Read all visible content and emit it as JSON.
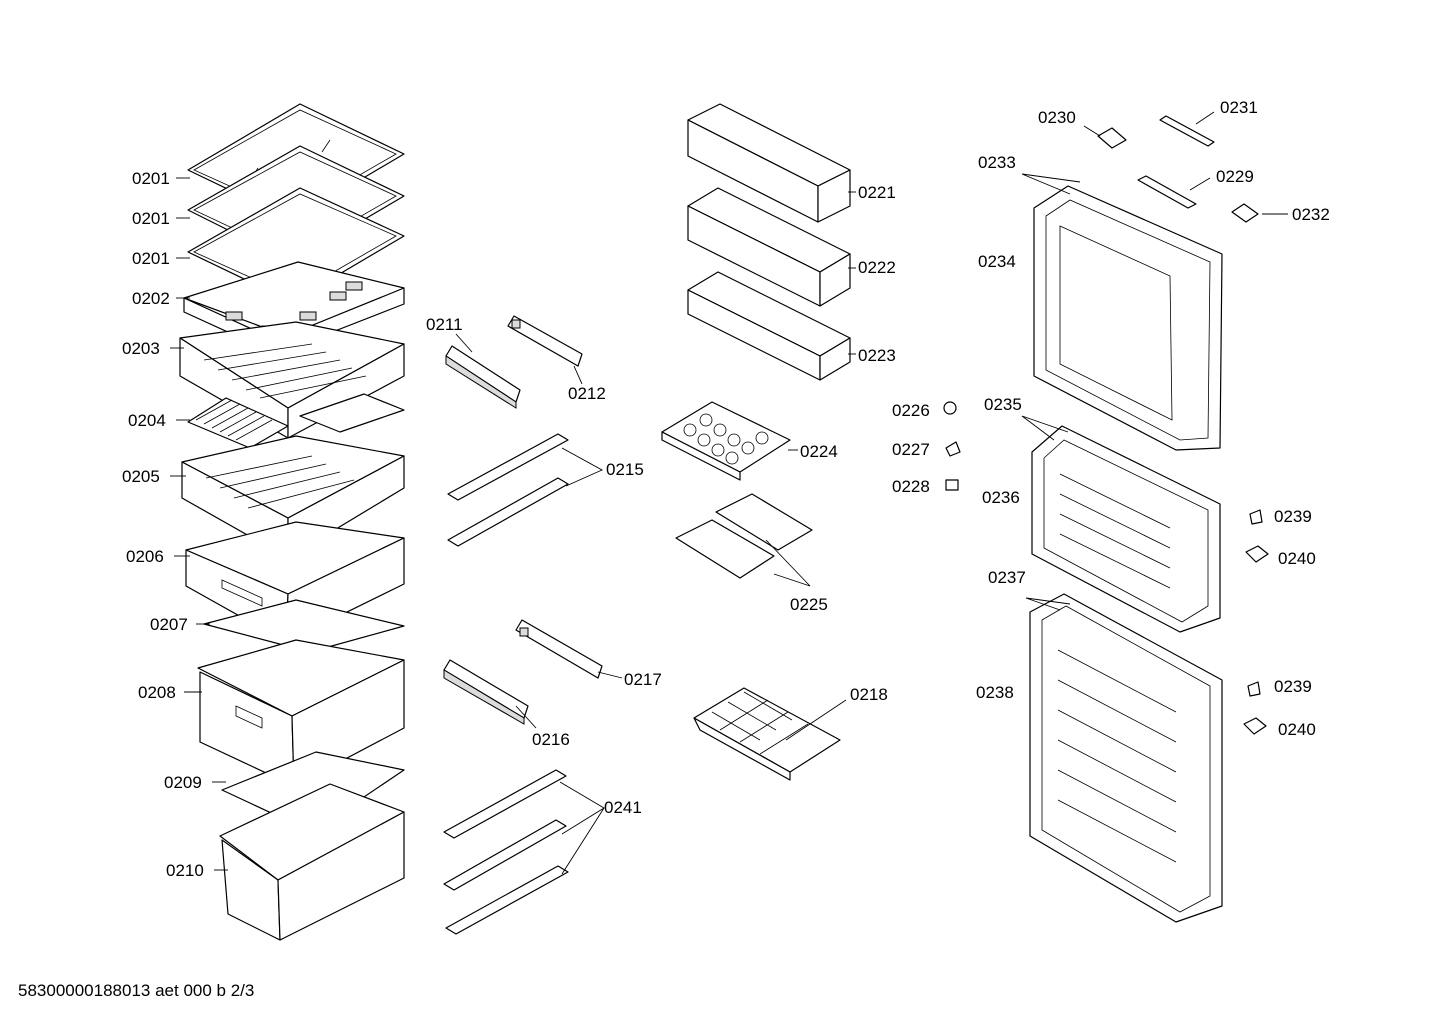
{
  "labels": {
    "p0201": "0201",
    "p0202": "0202",
    "p0203": "0203",
    "p0204": "0204",
    "p0205": "0205",
    "p0206": "0206",
    "p0207": "0207",
    "p0208": "0208",
    "p0209": "0209",
    "p0210": "0210",
    "p0211": "0211",
    "p0212": "0212",
    "p0215": "0215",
    "p0216": "0216",
    "p0217": "0217",
    "p0218": "0218",
    "p0221": "0221",
    "p0222": "0222",
    "p0223": "0223",
    "p0224": "0224",
    "p0225": "0225",
    "p0226": "0226",
    "p0227": "0227",
    "p0228": "0228",
    "p0229": "0229",
    "p0230": "0230",
    "p0231": "0231",
    "p0232": "0232",
    "p0233": "0233",
    "p0234": "0234",
    "p0235": "0235",
    "p0236": "0236",
    "p0237": "0237",
    "p0238": "0238",
    "p0239": "0239",
    "p0240": "0240",
    "p0241": "0241"
  },
  "footer": {
    "drawing_code": "58300000188013 aet 000 b 2/3"
  }
}
